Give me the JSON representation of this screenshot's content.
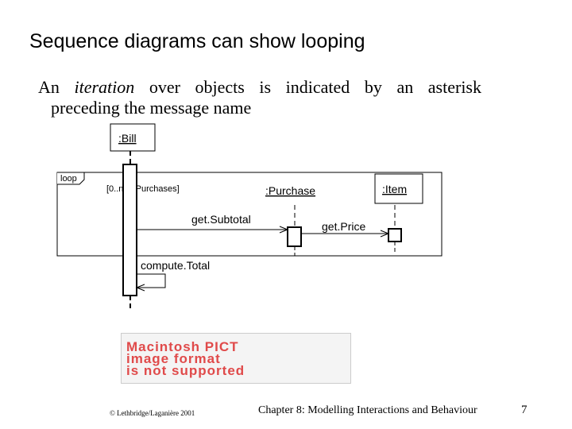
{
  "slide": {
    "title": "Sequence diagrams can show looping",
    "body_line1_prefix": "An ",
    "body_line1_emph": "iteration",
    "body_line1_rest": " over objects is indicated by an asterisk",
    "body_line2": "preceding the message name"
  },
  "diagram": {
    "objects": {
      "bill": ":Bill",
      "purchase": ":Purchase",
      "item": ":Item"
    },
    "fragment": {
      "operator": "loop",
      "guard": "[0..numPurchases]"
    },
    "messages": {
      "get_subtotal": "get.Subtotal",
      "get_price": "get.Price",
      "compute_total": "compute.Total"
    }
  },
  "pict_placeholder": {
    "line1": "Macintosh PICT",
    "line2": "image format",
    "line3": "is not supported"
  },
  "footer": {
    "copyright": "© Lethbridge/Laganière 2001",
    "chapter": "Chapter 8: Modelling Interactions and Behaviour",
    "page_number": "7"
  }
}
